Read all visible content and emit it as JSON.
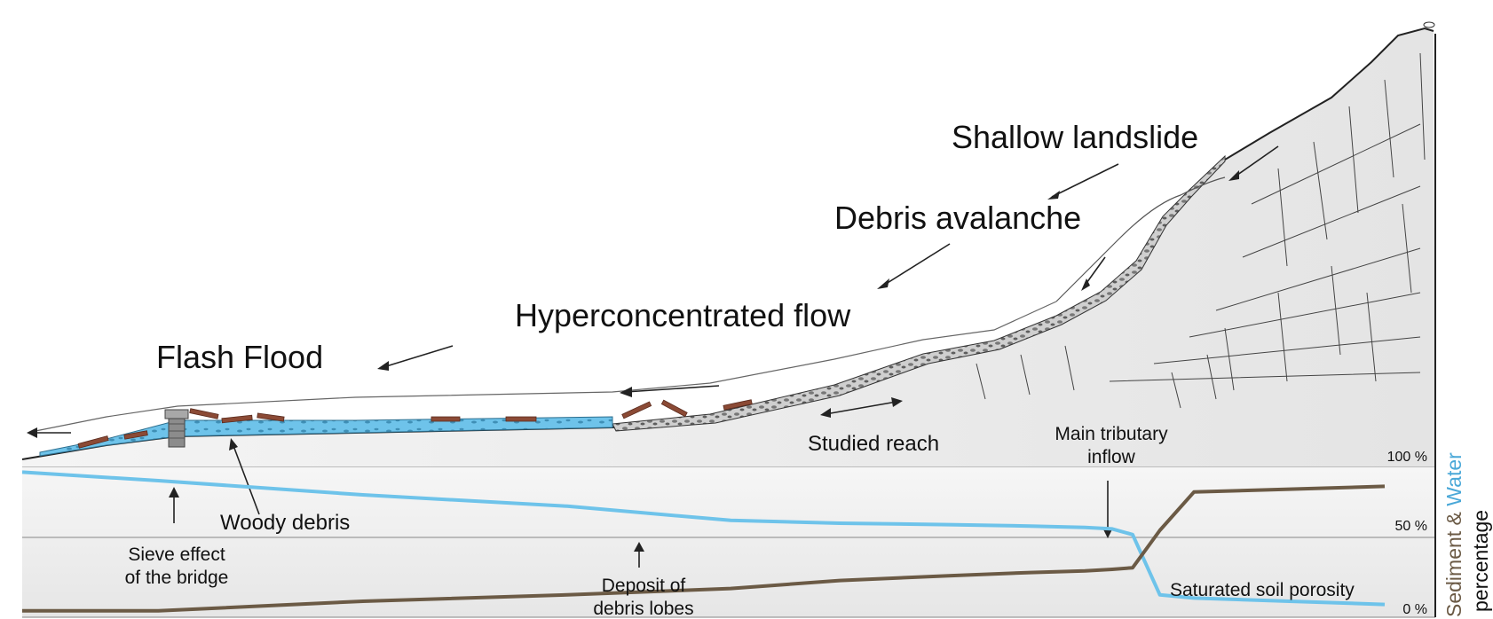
{
  "process_labels": {
    "shallow_landslide": "Shallow landslide",
    "debris_avalanche": "Debris avalanche",
    "hyperconcentrated_flow": "Hyperconcentrated flow",
    "flash_flood": "Flash Flood"
  },
  "annotations": {
    "studied_reach": "Studied reach",
    "main_tributary_line1": "Main tributary",
    "main_tributary_line2": "inflow",
    "woody_debris": "Woody debris",
    "sieve_line1": "Sieve effect",
    "sieve_line2": "of the bridge",
    "deposit_line1": "Deposit of",
    "deposit_line2": "debris lobes",
    "saturated_soil": "Saturated soil porosity"
  },
  "axis": {
    "pct_100": "100 %",
    "pct_50": "50 %",
    "pct_0": "0 %",
    "title_sediment": "Sediment",
    "title_amp": " & ",
    "title_water": "Water",
    "title_percentage": "percentage"
  },
  "colors": {
    "water": "#6ec3ea",
    "sediment": "#6b5a45",
    "wood": "#8b4a35",
    "terrain_fill": "#ececec",
    "bridge": "#8c8c8c"
  },
  "chart_data": {
    "type": "line",
    "ylim": [
      0,
      100
    ],
    "yticks": [
      "0 %",
      "50 %",
      "100 %"
    ],
    "series": [
      {
        "name": "Water",
        "values": [
          96,
          90,
          80,
          72,
          62,
          60,
          59,
          58,
          57,
          56,
          52,
          14,
          12,
          10,
          8
        ]
      },
      {
        "name": "Sediment",
        "values": [
          4,
          4,
          10,
          14,
          18,
          23,
          26,
          28,
          29,
          30,
          31,
          55,
          82,
          84,
          86
        ]
      }
    ]
  }
}
